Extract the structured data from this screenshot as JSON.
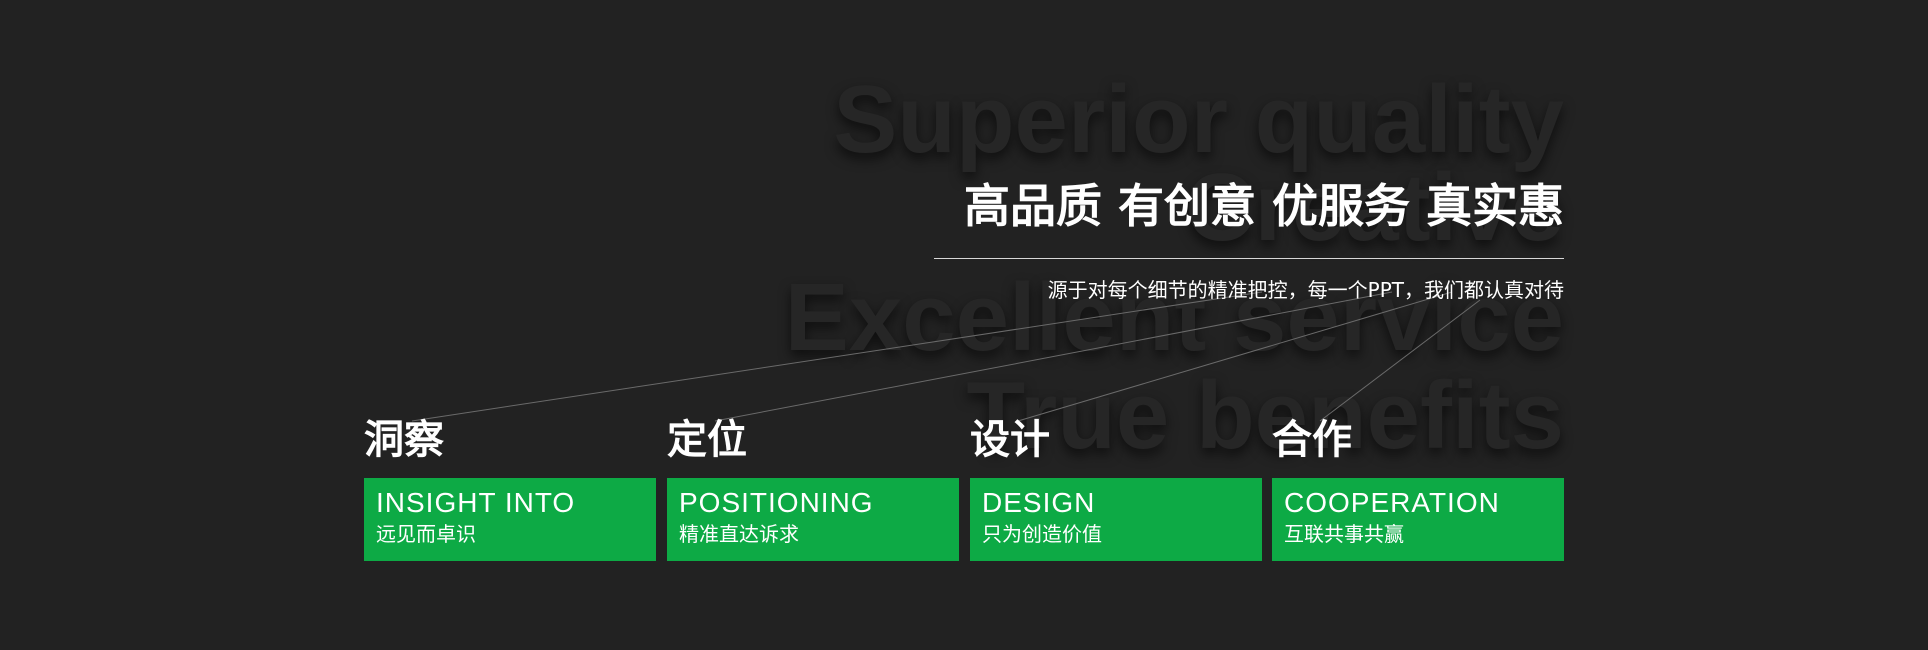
{
  "background_words": [
    "Superior quality",
    "Creative",
    "Excellent service",
    "True benefits"
  ],
  "headline": "高品质 有创意 优服务 真实惠",
  "subline": "源于对每个细节的精准把控，每一个PPT，我们都认真对待",
  "pillars": [
    {
      "title": "洞察",
      "en": "INSIGHT INTO",
      "cn": "远见而卓识"
    },
    {
      "title": "定位",
      "en": "POSITIONING",
      "cn": "精准直达诉求"
    },
    {
      "title": "设计",
      "en": "DESIGN",
      "cn": "只为创造价值"
    },
    {
      "title": "合作",
      "en": "COOPERATION",
      "cn": "互联共事共赢"
    }
  ],
  "colors": {
    "background": "#222222",
    "card": "#0daa45",
    "text": "#ffffff"
  }
}
